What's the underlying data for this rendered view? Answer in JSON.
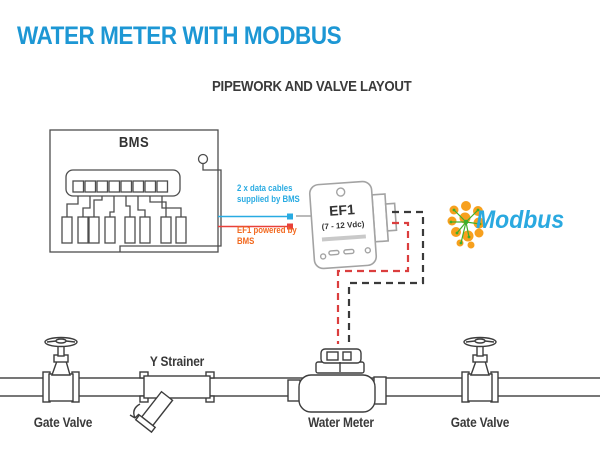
{
  "header": {
    "title": "WATER METER WITH MODBUS",
    "subtitle": "PIPEWORK AND VALVE LAYOUT"
  },
  "bms": {
    "label": "BMS"
  },
  "connections": {
    "data_cable_label": "2 x data cables supplied by BMS",
    "power_label": "EF1 powered by BMS"
  },
  "device": {
    "name": "EF1",
    "voltage_range": "(7 - 12 Vdc)"
  },
  "modbus": {
    "brand": "Modbus"
  },
  "pipework": {
    "gate_valve_left_label": "Gate Valve",
    "y_strainer_label": "Y Strainer",
    "water_meter_label": "Water Meter",
    "gate_valve_right_label": "Gate Valve"
  },
  "colors": {
    "title_blue": "#1d97d4",
    "data_blue": "#29abe2",
    "power_orange": "#f2691f",
    "power_red": "#e8403a",
    "dash_black": "#3a3a3a",
    "dash_red": "#db3e3e",
    "line_gray": "#4d4d4d",
    "pipe_gray": "#3d3d3d",
    "device_gray": "#a3a3a3",
    "modbus_orange": "#f7a01d",
    "modbus_green": "#3fae2a",
    "modbus_blue": "#2aa9e0",
    "label_dark": "#3a3a3a"
  }
}
